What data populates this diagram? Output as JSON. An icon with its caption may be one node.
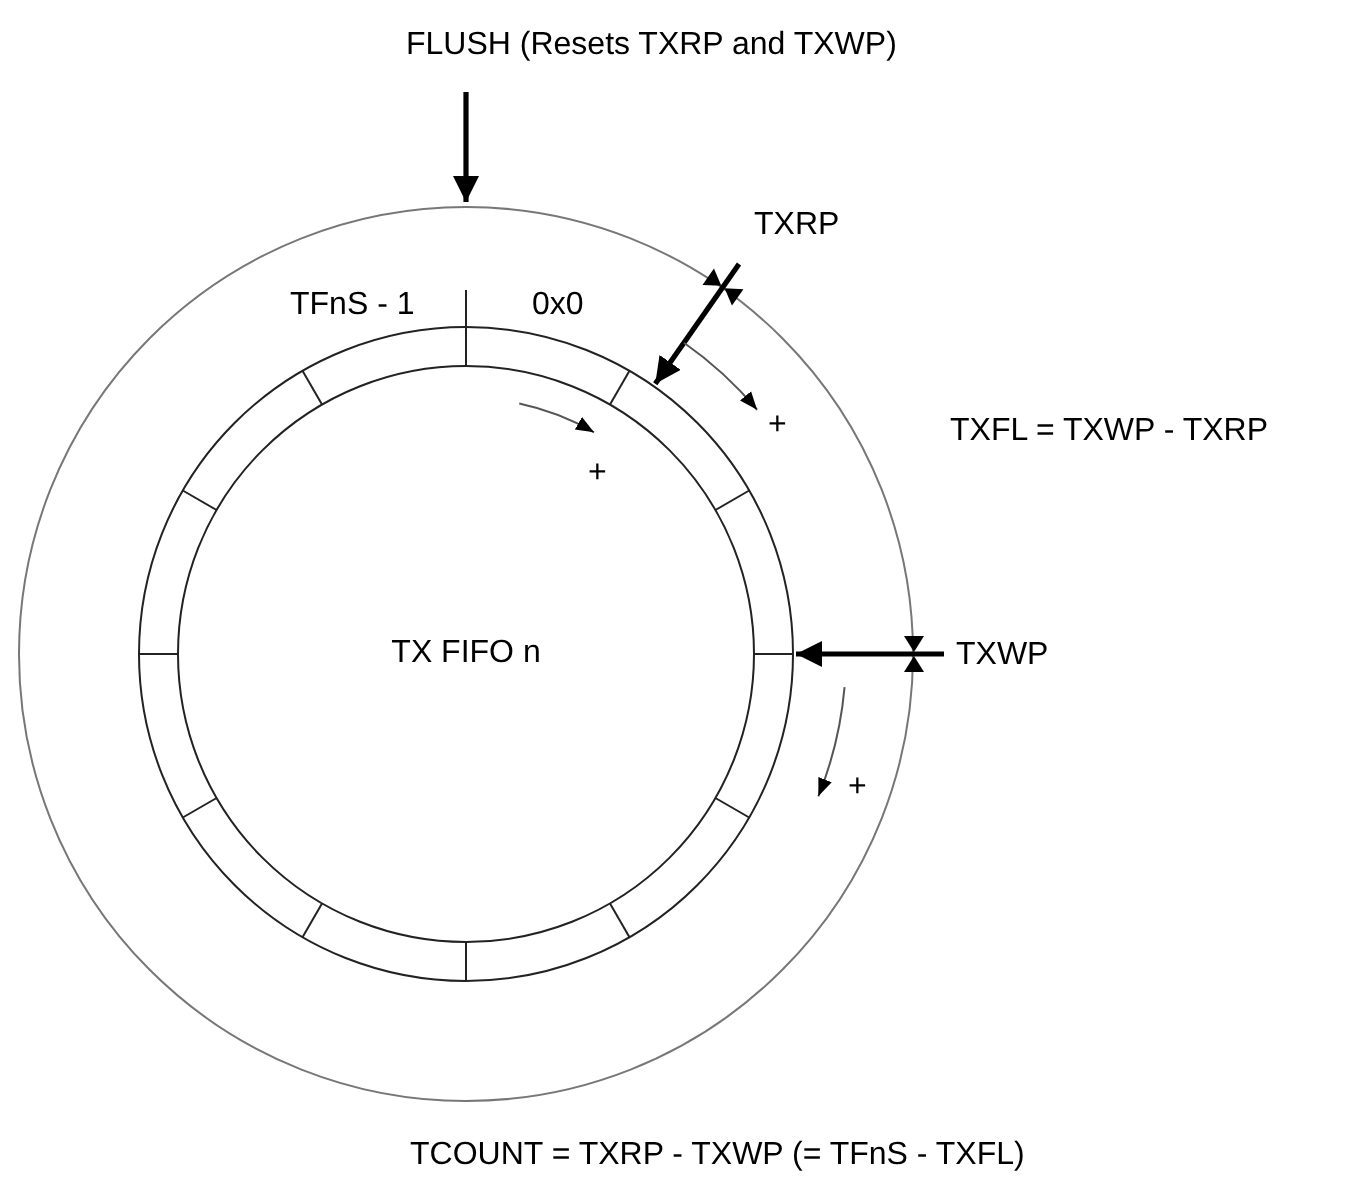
{
  "diagram": {
    "nodes": [
      {
        "text": [
          "FLUSH (Resets TXRP and TXWP)"
        ]
      },
      {
        "text": [
          "TXRP"
        ]
      },
      {
        "text": [],
        "shape": "circle"
      },
      {
        "text": [
          "TX FIFO n"
        ],
        "in": 2
      },
      {
        "text": [
          "TXWP"
        ]
      }
    ],
    "edges": [
      {
        "from": 0,
        "to": 2,
        "arrow": "to"
      },
      {
        "from": 1,
        "to": 3,
        "arrow": "to"
      },
      {
        "from": 4,
        "to": 3,
        "arrow": "to"
      }
    ],
    "labels": [
      "TFnS - 1",
      "0x0",
      "+",
      "TXFL = TXWP - TXRP",
      "+",
      "+",
      "TCOUNT = TXRP - TXWP (= TFnS - TXFL)"
    ]
  }
}
